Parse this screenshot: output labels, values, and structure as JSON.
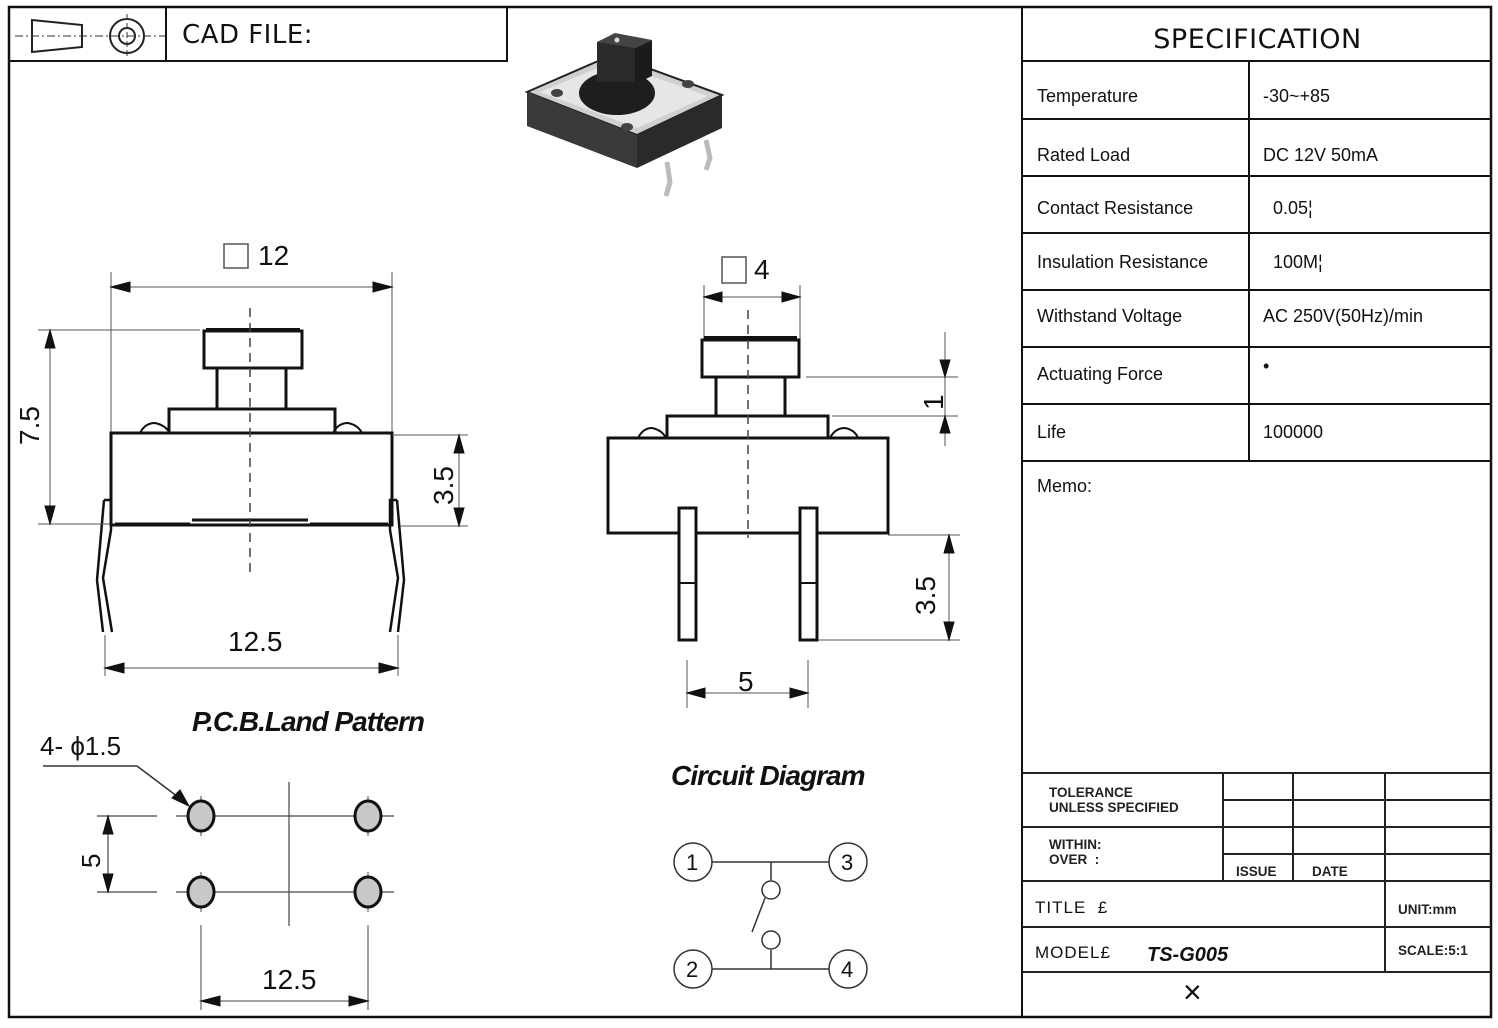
{
  "header": {
    "cad_file_label": "CAD FILE:",
    "projection_symbol": "third-angle-projection-icon"
  },
  "product_photo": {
    "alt": "12x12 tactile switch photo"
  },
  "front_view": {
    "top_dimension": "12",
    "top_dimension_prefix": "square",
    "height_dimension": "7.5",
    "body_height_dimension": "3.5",
    "lead_span_dimension": "12.5"
  },
  "side_view": {
    "top_dimension": "4",
    "top_dimension_prefix": "square",
    "cap_dimension": "1",
    "lead_length_dimension": "3.5",
    "lead_pitch_dimension": "5"
  },
  "pcb": {
    "heading": "P.C.B.Land Pattern",
    "hole_callout": "4- ϕ1.5",
    "vertical_pitch": "5",
    "horizontal_pitch": "12.5"
  },
  "circuit": {
    "heading": "Circuit Diagram",
    "terminals": [
      "1",
      "2",
      "3",
      "4"
    ]
  },
  "specification": {
    "title": "SPECIFICATION",
    "rows": [
      {
        "key": "Temperature",
        "value": "-30~+85"
      },
      {
        "key": "Rated Load",
        "value": "DC 12V 50mA"
      },
      {
        "key": "Contact Resistance",
        "value": "  0.05¦"
      },
      {
        "key": "Insulation Resistance",
        "value": "  100M¦"
      },
      {
        "key": "Withstand Voltage",
        "value": "AC 250V(50Hz)/min"
      },
      {
        "key": "Actuating Force",
        "value": "•"
      },
      {
        "key": "Life",
        "value": "100000"
      }
    ],
    "memo_label": "Memo:"
  },
  "title_block": {
    "tolerance_line1": "TOLERANCE",
    "tolerance_line2": "UNLESS SPECIFIED",
    "within": "WITHIN:",
    "over": "OVER  :",
    "issue": "ISSUE",
    "date": "DATE",
    "title_label": "TITLE  £",
    "unit": "UNIT:mm",
    "model_label": "MODEL£",
    "model_value": "TS-G005",
    "scale": "SCALE:5:1",
    "close_mark": "×"
  }
}
